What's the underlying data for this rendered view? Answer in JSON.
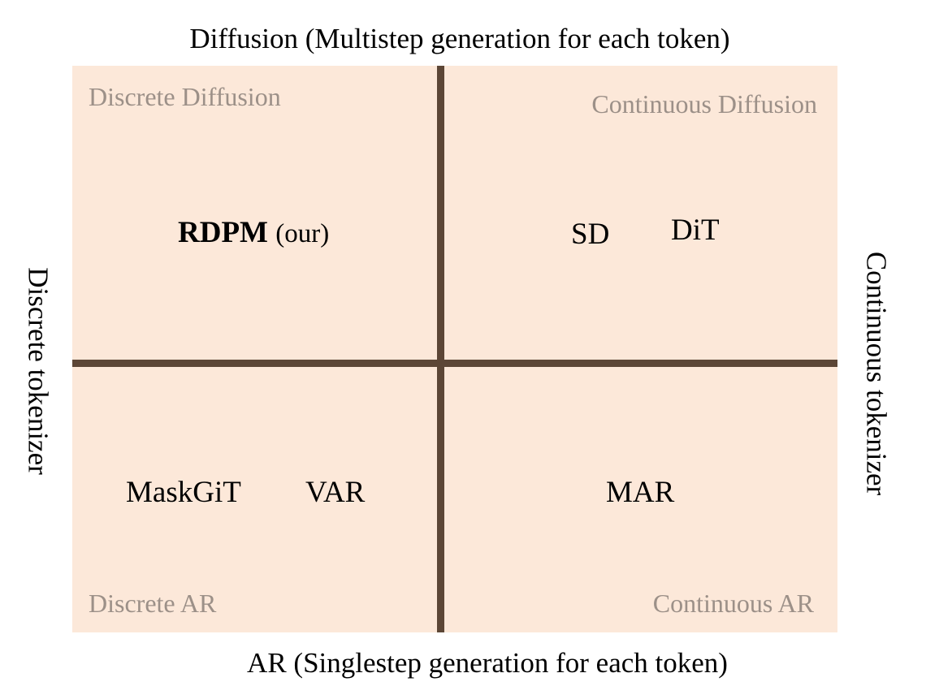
{
  "axes": {
    "top": "Diffusion (Multistep generation for each token)",
    "bottom": "AR (Singlestep generation for each token)",
    "left": "Discrete tokenizer",
    "right": "Continuous tokenizer"
  },
  "quadrants": {
    "top_left": "Discrete Diffusion",
    "top_right": "Continuous Diffusion",
    "bottom_left": "Discrete AR",
    "bottom_right": "Continuous AR"
  },
  "models": {
    "rdpm": {
      "name": "RDPM",
      "suffix": "(our)"
    },
    "sd": "SD",
    "dit": "DiT",
    "maskgit": "MaskGiT",
    "var": "VAR",
    "mar": "MAR"
  },
  "colors": {
    "panel_fill": "#fce8d9",
    "divider": "#5c4636",
    "quadrant_label": "#9c9088",
    "text": "#000000"
  }
}
